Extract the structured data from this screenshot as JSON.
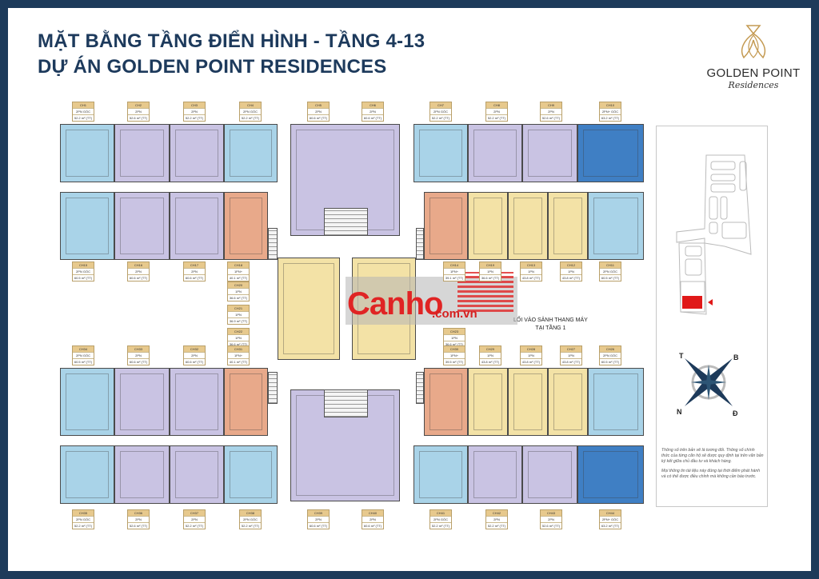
{
  "header": {
    "title_line1": "MẶT BẰNG TẦNG ĐIỂN HÌNH - TẦNG 4-13",
    "title_line2": "DỰ ÁN GOLDEN POINT RESIDENCES"
  },
  "logo": {
    "name": "GOLDEN POINT",
    "sub": "Residences"
  },
  "colors": {
    "frame": "#1d3a5a",
    "2pn_corner": "#a9d3e8",
    "2pn": "#c9c3e3",
    "1pn_plus": "#e8a98a",
    "1pn": "#f3e2a6",
    "2pn_plus_corner": "#3f7fc4",
    "label_header": "#e7c98d"
  },
  "units": [
    {
      "code": "CH1",
      "type": "2PN GÓC",
      "area": "52.2 m² (TT)"
    },
    {
      "code": "CH2",
      "type": "2PN",
      "area": "52.6 m² (TT)"
    },
    {
      "code": "CH3",
      "type": "2PN",
      "area": "52.2 m² (TT)"
    },
    {
      "code": "CH4",
      "type": "2PN GÓC",
      "area": "52.2 m² (TT)"
    },
    {
      "code": "CH5",
      "type": "2PN",
      "area": "60.6 m² (TT)"
    },
    {
      "code": "CH6",
      "type": "2PN",
      "area": "60.6 m² (TT)"
    },
    {
      "code": "CH7",
      "type": "2PN GÓC",
      "area": "52.2 m² (TT)"
    },
    {
      "code": "CH8",
      "type": "2PN",
      "area": "52.2 m² (TT)"
    },
    {
      "code": "CH9",
      "type": "2PN",
      "area": "52.6 m² (TT)"
    },
    {
      "code": "CH10",
      "type": "2PN+ GÓC",
      "area": "63.2 m² (TT)"
    },
    {
      "code": "CH15",
      "type": "2PN GÓC",
      "area": "60.5 m² (TT)"
    },
    {
      "code": "CH16",
      "type": "2PN",
      "area": "60.6 m² (TT)"
    },
    {
      "code": "CH17",
      "type": "2PN",
      "area": "60.6 m² (TT)"
    },
    {
      "code": "CH18",
      "type": "1PN+",
      "area": "40.1 m² (TT)"
    },
    {
      "code": "CH20",
      "type": "1PN",
      "area": "36.6 m² (TT)"
    },
    {
      "code": "CH21",
      "type": "1PN",
      "area": "36.9 m² (TT)"
    },
    {
      "code": "CH22",
      "type": "1PN",
      "area": "36.6 m² (TT)"
    },
    {
      "code": "CH14",
      "type": "1PN+",
      "area": "39.1 m² (TT)"
    },
    {
      "code": "CH19",
      "type": "1PN",
      "area": "36.6 m² (TT)"
    },
    {
      "code": "CH13",
      "type": "1PN",
      "area": "43.8 m² (TT)"
    },
    {
      "code": "CH12",
      "type": "1PN",
      "area": "43.8 m² (TT)"
    },
    {
      "code": "CH11",
      "type": "2PN GÓC",
      "area": "60.5 m² (TT)"
    },
    {
      "code": "CH23",
      "type": "1PN",
      "area": "36.6 m² (TT)"
    },
    {
      "code": "CH34",
      "type": "2PN GÓC",
      "area": "60.5 m² (TT)"
    },
    {
      "code": "CH33",
      "type": "2PN",
      "area": "60.6 m² (TT)"
    },
    {
      "code": "CH32",
      "type": "2PN",
      "area": "60.6 m² (TT)"
    },
    {
      "code": "CH31",
      "type": "1PN+",
      "area": "40.1 m² (TT)"
    },
    {
      "code": "CH30",
      "type": "1PN+",
      "area": "39.5 m² (TT)"
    },
    {
      "code": "CH29",
      "type": "1PN",
      "area": "43.8 m² (TT)"
    },
    {
      "code": "CH28",
      "type": "1PN",
      "area": "43.8 m² (TT)"
    },
    {
      "code": "CH27",
      "type": "1PN",
      "area": "43.8 m² (TT)"
    },
    {
      "code": "CH26",
      "type": "2PN GÓC",
      "area": "60.5 m² (TT)"
    },
    {
      "code": "CH35",
      "type": "2PN GÓC",
      "area": "52.2 m² (TT)"
    },
    {
      "code": "CH36",
      "type": "2PN",
      "area": "52.6 m² (TT)"
    },
    {
      "code": "CH37",
      "type": "2PN",
      "area": "52.2 m² (TT)"
    },
    {
      "code": "CH38",
      "type": "2PN GÓC",
      "area": "52.2 m² (TT)"
    },
    {
      "code": "CH39",
      "type": "2PN",
      "area": "60.6 m² (TT)"
    },
    {
      "code": "CH40",
      "type": "2PN",
      "area": "60.6 m² (TT)"
    },
    {
      "code": "CH41",
      "type": "2PN GÓC",
      "area": "52.2 m² (TT)"
    },
    {
      "code": "CH42",
      "type": "2PN",
      "area": "52.2 m² (TT)"
    },
    {
      "code": "CH43",
      "type": "2PN",
      "area": "52.6 m² (TT)"
    },
    {
      "code": "CH44",
      "type": "2PN+ GÓC",
      "area": "63.2 m² (TT)"
    }
  ],
  "entrance": {
    "line1": "LỐI VÀO SẢNH THANG MÁY",
    "line2": "TẠI TẦNG 1"
  },
  "watermark": {
    "brand": "Canho",
    "domain": ".com.vn"
  },
  "compass": {
    "n": "T",
    "e": "B",
    "s": "Đ",
    "w": "N"
  },
  "notes": [
    "Thông số trên bản vẽ là tương đối. Thông số chính thức của từng căn hộ sẽ được quy định tại trên văn bản ký kết giữa chủ đầu tư và khách hàng.",
    "Mọi thông tin tài liệu này đúng tại thời điểm phát hành và có thể được điều chỉnh mà không cần báo trước."
  ]
}
